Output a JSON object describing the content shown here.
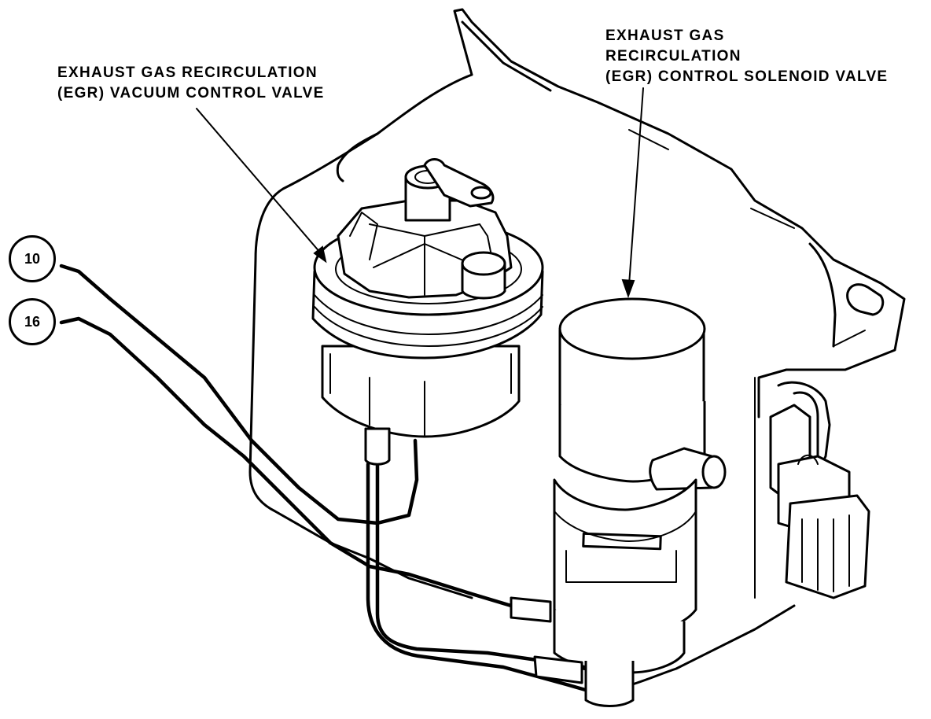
{
  "labels": {
    "vacuum_valve_line1": "EXHAUST GAS RECIRCULATION",
    "vacuum_valve_line2": "(EGR) VACUUM CONTROL VALVE",
    "solenoid_valve_line1": "EXHAUST GAS",
    "solenoid_valve_line2": "RECIRCULATION",
    "solenoid_valve_line3": "(EGR) CONTROL SOLENOID VALVE"
  },
  "callouts": {
    "hose_a": "10",
    "hose_b": "16"
  }
}
